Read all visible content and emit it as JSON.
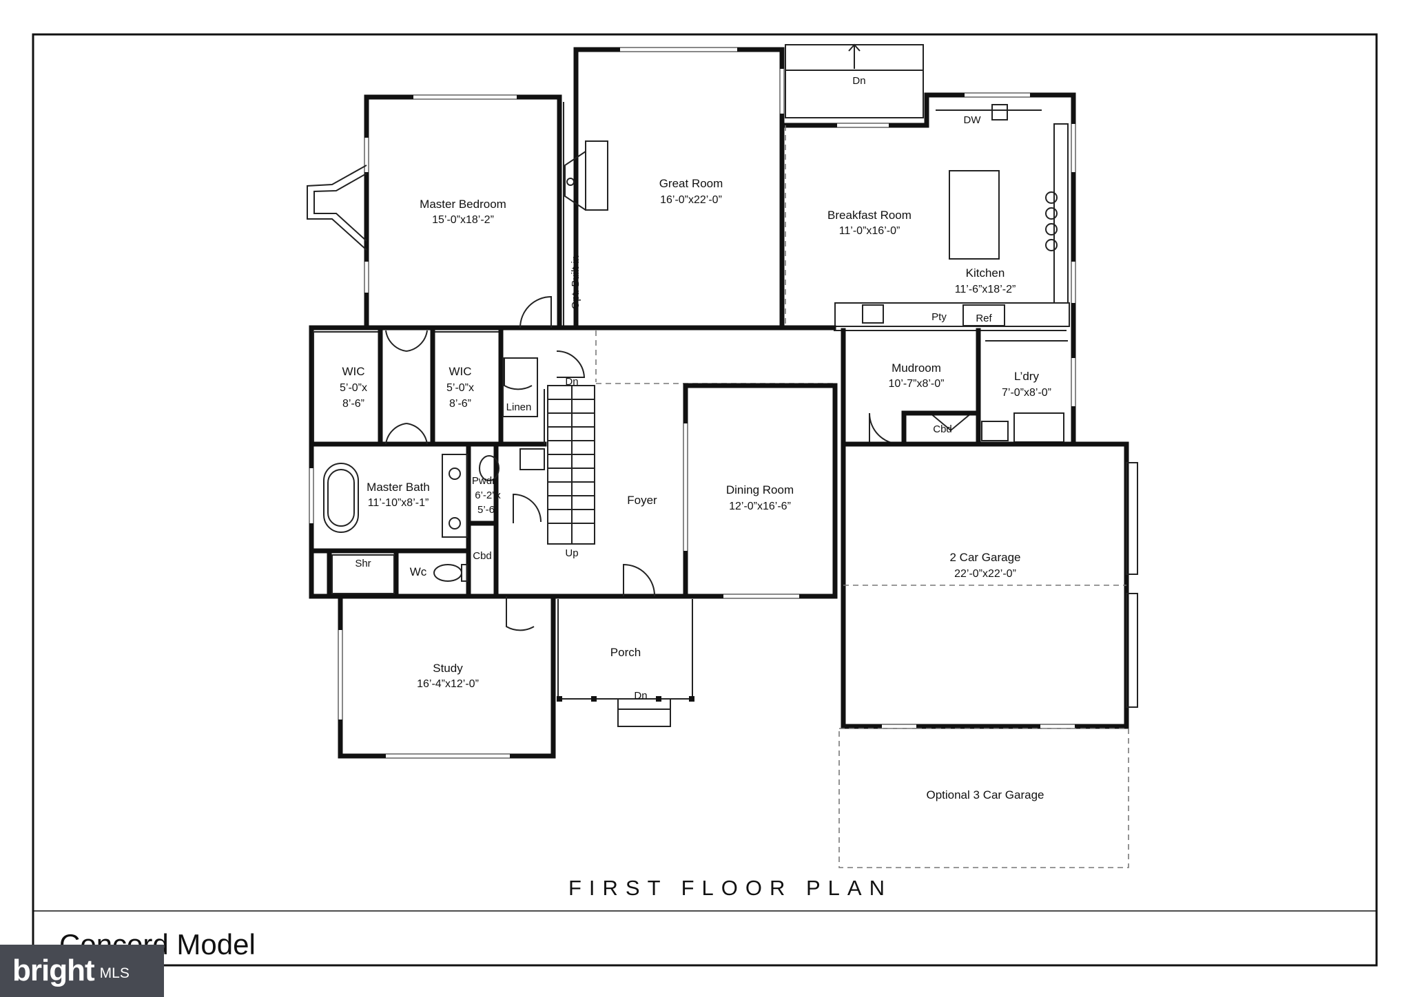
{
  "sheet": {
    "title": "FIRST FLOOR PLAN",
    "model_name": "Concord Model"
  },
  "rooms": {
    "master_bedroom": {
      "name": "Master Bedroom",
      "dims": "15’-0”x18’-2”"
    },
    "great_room": {
      "name": "Great Room",
      "dims": "16’-0”x22’-0”"
    },
    "breakfast_room": {
      "name": "Breakfast Room",
      "dims": "11’-0”x16’-0”"
    },
    "kitchen": {
      "name": "Kitchen",
      "dims": "11’-6”x18’-2”"
    },
    "wic_left": {
      "name": "WIC",
      "dims1": "5’-0”x",
      "dims2": "8’-6”"
    },
    "wic_right": {
      "name": "WIC",
      "dims1": "5’-0”x",
      "dims2": "8’-6”"
    },
    "linen": {
      "name": "Linen"
    },
    "mudroom": {
      "name": "Mudroom",
      "dims": "10’-7”x8’-0”"
    },
    "laundry": {
      "name": "L’dry",
      "dims": "7’-0”x8’-0”"
    },
    "cbd_mud": {
      "name": "Cbd"
    },
    "master_bath": {
      "name": "Master Bath",
      "dims": "11’-10”x8’-1”"
    },
    "powder": {
      "name": "Pwdr",
      "dims1": "6’-2”x",
      "dims2": "5’-6”"
    },
    "foyer": {
      "name": "Foyer"
    },
    "dining_room": {
      "name": "Dining Room",
      "dims": "12’-0”x16’-6”"
    },
    "garage": {
      "name": "2 Car Garage",
      "dims": "22’-0”x22’-0”"
    },
    "shower": {
      "name": "Shr"
    },
    "wc": {
      "name": "Wc"
    },
    "cbd_hall": {
      "name": "Cbd"
    },
    "study": {
      "name": "Study",
      "dims": "16’-4”x12’-0”"
    },
    "porch": {
      "name": "Porch"
    },
    "optional_garage": {
      "name": "Optional 3 Car Garage"
    }
  },
  "fixtures": {
    "deck_stairs": "Dn",
    "dishwasher": "DW",
    "pantry": "Pty",
    "refrigerator": "Ref",
    "built_in": "Opt. Built-in",
    "stair_down": "Dn",
    "stair_up": "Up",
    "porch_steps": "Dn"
  },
  "watermark": {
    "brand": "bright",
    "suffix": "MLS"
  }
}
